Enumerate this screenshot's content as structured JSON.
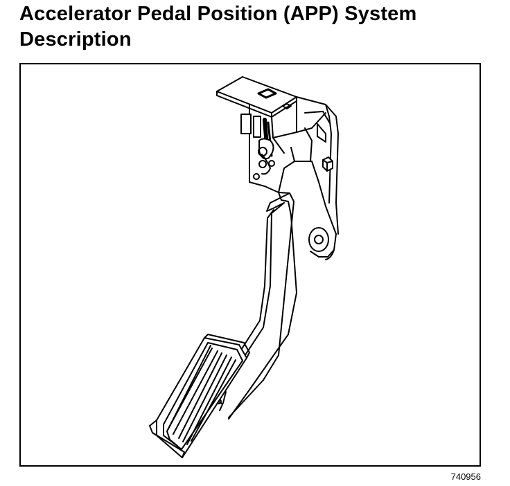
{
  "heading": {
    "title": "Accelerator Pedal Position (APP) System Description"
  },
  "figure": {
    "id_label": "740956",
    "illustration": "accelerator-pedal-assembly-line-drawing"
  },
  "colors": {
    "ink": "#000000",
    "paper": "#ffffff"
  }
}
